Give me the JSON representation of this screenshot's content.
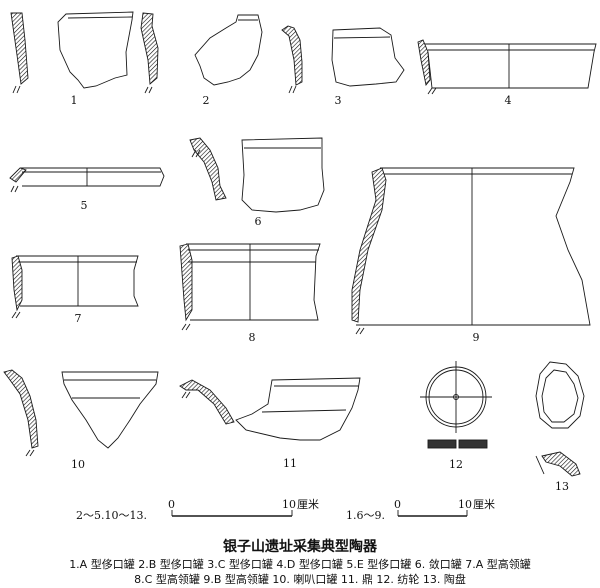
{
  "figure_numbers": [
    "1",
    "2",
    "3",
    "4",
    "5",
    "6",
    "7",
    "8",
    "9",
    "10",
    "11",
    "12",
    "13"
  ],
  "scale_bars": [
    {
      "range_label": "2～5.10～13.",
      "start_label": "0",
      "end_label": "10",
      "unit": "厘米"
    },
    {
      "range_label": "1.6～9.",
      "start_label": "0",
      "end_label": "10",
      "unit": "厘米"
    }
  ],
  "caption": {
    "title": "银子山遗址采集典型陶器",
    "line1": "1.A 型侈口罐  2.B 型侈口罐  3.C 型侈口罐  4.D 型侈口罐  5.E 型侈口罐  6. 敛口罐  7.A 型高领罐",
    "line2": "8.C 型高领罐  9.B 型高领罐  10. 喇叭口罐  11. 鼎  12. 纺轮  13. 陶盘"
  },
  "colors": {
    "ink": "#1a1a1a",
    "section_fill": "#333333",
    "paper": "#ffffff"
  }
}
